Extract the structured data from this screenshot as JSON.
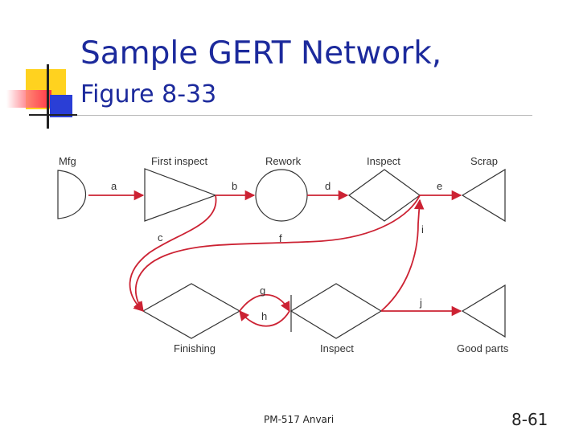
{
  "slide": {
    "title_line1": "Sample GERT Network,",
    "title_line2": "Figure 8-33",
    "footer_left": "PM-517   Anvari",
    "footer_right": "8-61"
  },
  "diagram": {
    "nodes": {
      "mfg": "Mfg",
      "first_inspect": "First inspect",
      "rework": "Rework",
      "inspect_top": "Inspect",
      "scrap": "Scrap",
      "finishing": "Finishing",
      "inspect_bottom": "Inspect",
      "good_parts": "Good parts"
    },
    "edges": {
      "a": "a",
      "b": "b",
      "c": "c",
      "d": "d",
      "e": "e",
      "f": "f",
      "g": "g",
      "h": "h",
      "i": "i",
      "j": "j"
    },
    "colors": {
      "arrow": "#cc2233",
      "node_stroke": "#333333"
    }
  }
}
